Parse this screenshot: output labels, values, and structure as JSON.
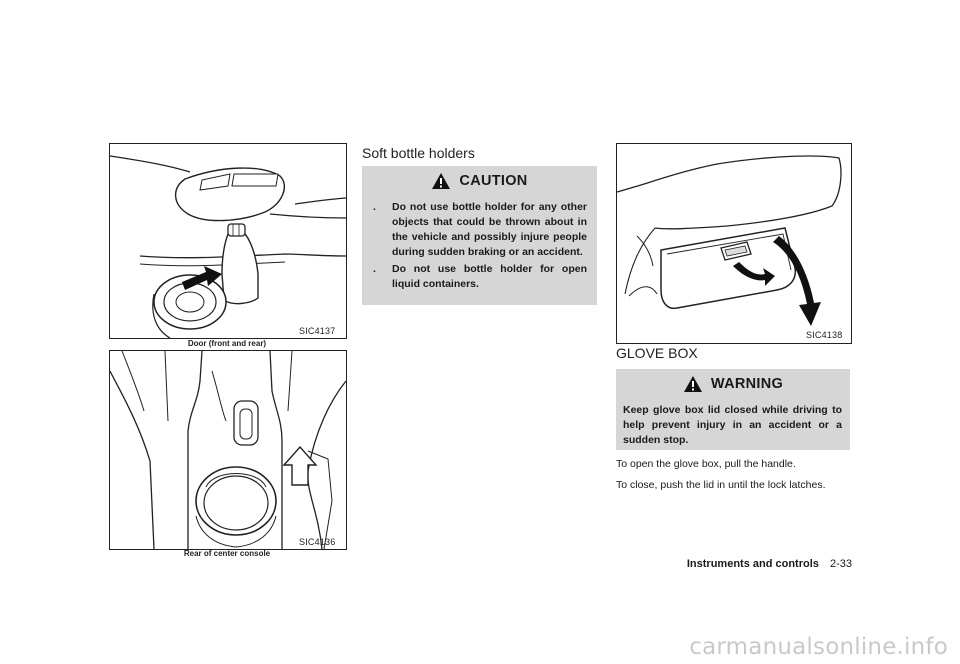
{
  "figures": {
    "door": {
      "code": "SIC4137",
      "caption": "Door (front and rear)"
    },
    "console": {
      "code": "SIC4136",
      "caption": "Rear of center console"
    },
    "glovebox": {
      "code": "SIC4138"
    }
  },
  "soft_bottle_holders": {
    "heading": "Soft bottle holders",
    "caution": {
      "title": "CAUTION",
      "items": [
        {
          "bullet": ".",
          "text": "Do not use bottle holder for any other objects that could be thrown about in the vehicle and possibly injure people during sudden braking or an accident."
        },
        {
          "bullet": ".",
          "text": "Do not use bottle holder for open liquid containers."
        }
      ]
    }
  },
  "glove_box": {
    "heading": "GLOVE BOX",
    "warning": {
      "title": "WARNING",
      "text": "Keep glove box lid closed while driving to help prevent injury in an accident or a sudden stop."
    },
    "paragraphs": [
      "To open the glove box, pull the handle.",
      "To close, push the lid in until the lock latches."
    ]
  },
  "footer": {
    "section": "Instruments and controls",
    "page": "2-33"
  },
  "watermark": "carmanualsonline.info"
}
